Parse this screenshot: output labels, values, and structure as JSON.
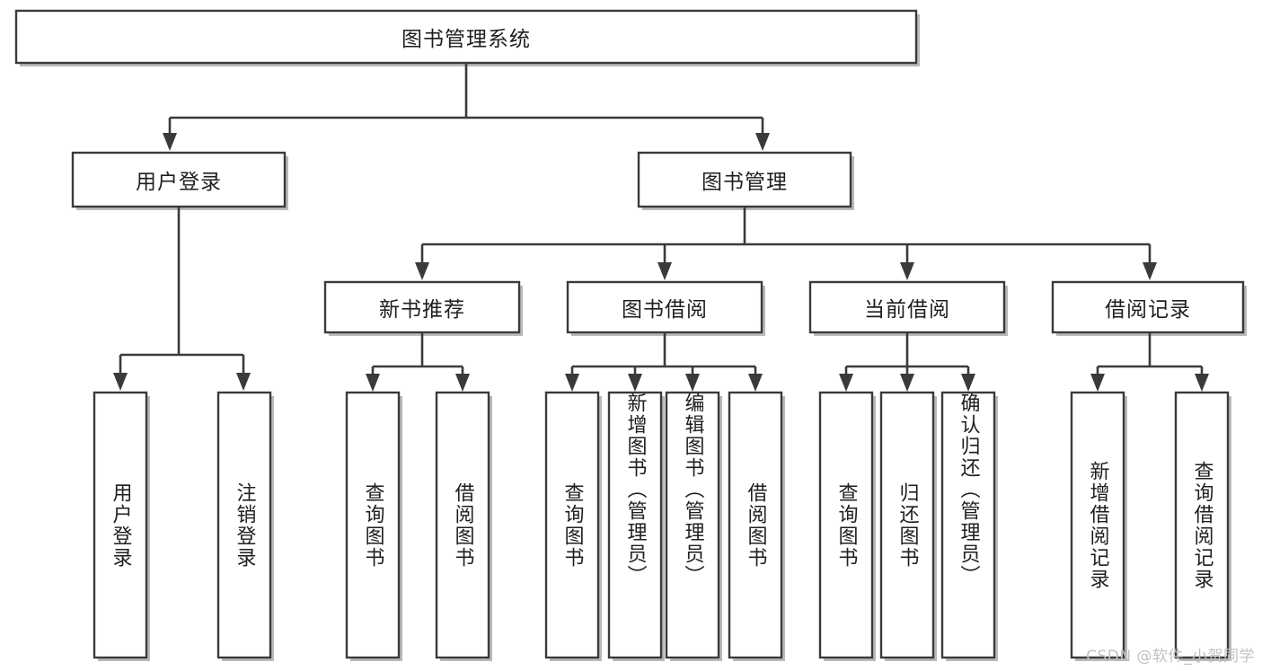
{
  "diagram": {
    "type": "tree-hierarchy",
    "title": "图书管理系统",
    "watermark": "CSDN @软件_小贺同学",
    "colors": {
      "box_fill": "#ffffff",
      "box_stroke": "#3a3a3a",
      "shadow": "#b9b9b9",
      "text": "#1f1f1f",
      "watermark": "#c2c2c2",
      "background": "#ffffff"
    },
    "levels": {
      "root": {
        "label": "图书管理系统"
      },
      "level2": [
        {
          "id": "user-login",
          "label": "用户登录"
        },
        {
          "id": "book-management",
          "label": "图书管理"
        }
      ],
      "level3": [
        {
          "id": "new-book-recommend",
          "label": "新书推荐",
          "parent": "book-management"
        },
        {
          "id": "book-borrow",
          "label": "图书借阅",
          "parent": "book-management"
        },
        {
          "id": "current-borrow",
          "label": "当前借阅",
          "parent": "book-management"
        },
        {
          "id": "borrow-record",
          "label": "借阅记录",
          "parent": "book-management"
        }
      ],
      "leaves": [
        {
          "id": "leaf-user-login",
          "label": "用户登录",
          "parent": "user-login"
        },
        {
          "id": "leaf-logout",
          "label": "注销登录",
          "parent": "user-login"
        },
        {
          "id": "leaf-query-book-1",
          "label": "查询图书",
          "parent": "new-book-recommend"
        },
        {
          "id": "leaf-borrow-book-1",
          "label": "借阅图书",
          "parent": "new-book-recommend"
        },
        {
          "id": "leaf-query-book-2",
          "label": "查询图书",
          "parent": "book-borrow"
        },
        {
          "id": "leaf-add-book",
          "label": "新增图书（管理员）",
          "parent": "book-borrow"
        },
        {
          "id": "leaf-edit-book",
          "label": "编辑图书（管理员）",
          "parent": "book-borrow"
        },
        {
          "id": "leaf-borrow-book-2",
          "label": "借阅图书",
          "parent": "book-borrow"
        },
        {
          "id": "leaf-query-book-3",
          "label": "查询图书",
          "parent": "current-borrow"
        },
        {
          "id": "leaf-return-book",
          "label": "归还图书",
          "parent": "current-borrow"
        },
        {
          "id": "leaf-confirm-return",
          "label": "确认归还（管理员）",
          "parent": "current-borrow"
        },
        {
          "id": "leaf-add-record",
          "label": "新增借阅记录",
          "parent": "borrow-record"
        },
        {
          "id": "leaf-query-record",
          "label": "查询借阅记录",
          "parent": "borrow-record"
        }
      ]
    }
  }
}
